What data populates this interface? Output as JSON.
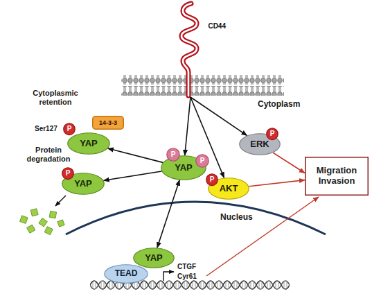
{
  "diagram": {
    "nodes": [
      {
        "text": [
          "CD44"
        ]
      },
      {
        "text": [
          "YAP"
        ]
      },
      {
        "text": [
          "P"
        ]
      },
      {
        "text": [
          "14-3-3"
        ]
      },
      {
        "text": [
          "ERK"
        ]
      },
      {
        "text": [
          "P"
        ]
      },
      {
        "text": [
          "YAP"
        ]
      },
      {
        "text": [
          "P"
        ]
      },
      {
        "text": [
          "P"
        ]
      },
      {
        "text": [
          "YAP"
        ]
      },
      {
        "text": [
          "P"
        ]
      },
      {
        "text": [
          "AKT"
        ]
      },
      {
        "text": [
          "P"
        ]
      },
      {
        "text": [
          "Migration Invasion"
        ]
      },
      {
        "text": [
          "YAP"
        ]
      },
      {
        "text": [
          "TEAD"
        ]
      }
    ],
    "edges": [
      {
        "from": 0,
        "to": 6,
        "arrow": "to"
      },
      {
        "from": 0,
        "to": 11,
        "arrow": "to"
      },
      {
        "from": 0,
        "to": 4,
        "arrow": "to"
      },
      {
        "from": 6,
        "to": 1,
        "arrow": "to"
      },
      {
        "from": 6,
        "to": 9,
        "arrow": "to"
      },
      {
        "from": 6,
        "to": 14,
        "arrow": "both"
      },
      {
        "from": 4,
        "to": 13,
        "arrow": "to"
      },
      {
        "from": 11,
        "to": 13,
        "arrow": "to"
      }
    ],
    "labels": [
      "Cytoplasmic retention",
      "Ser127",
      "Cytoplasm",
      "Protein degradation",
      "Nucleus",
      "CTGF",
      "Cyr61"
    ]
  }
}
